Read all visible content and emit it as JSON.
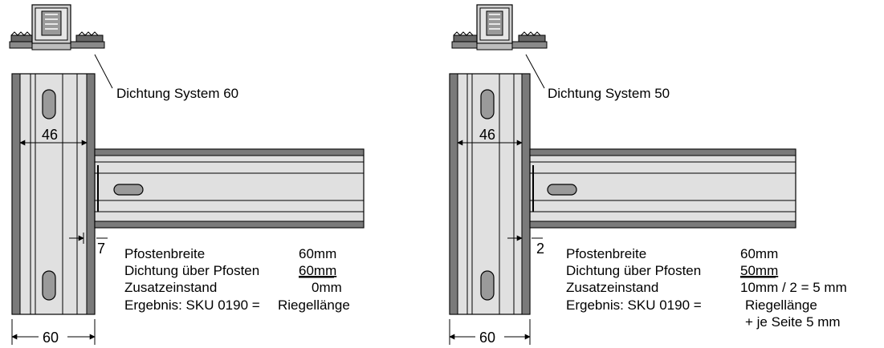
{
  "left": {
    "seal_label": "Dichtung System 60",
    "dim_top": "46",
    "dim_gap": "7",
    "dim_bottom": "60",
    "rows": [
      {
        "label": "Pfostenbreite",
        "value": "60mm",
        "underline": false
      },
      {
        "label": "Dichtung über Pfosten",
        "value": "60mm",
        "underline": true
      },
      {
        "label": "Zusatzeinstand",
        "value": "0mm",
        "underline": false
      },
      {
        "label": "Ergebnis: SKU 0190 =",
        "value": "Riegellänge",
        "underline": false
      }
    ]
  },
  "right": {
    "seal_label": "Dichtung System 50",
    "dim_top": "46",
    "dim_gap": "2",
    "dim_bottom": "60",
    "rows": [
      {
        "label": "Pfostenbreite",
        "value": "60mm",
        "underline": false
      },
      {
        "label": "Dichtung über Pfosten",
        "value": "50mm",
        "underline": true
      },
      {
        "label": "Zusatzeinstand",
        "value": "10mm / 2 = 5 mm",
        "underline": false
      },
      {
        "label": "Ergebnis: SKU 0190 =",
        "value": "Riegellänge",
        "underline": false
      }
    ],
    "extra_line": "+ je Seite 5 mm"
  }
}
